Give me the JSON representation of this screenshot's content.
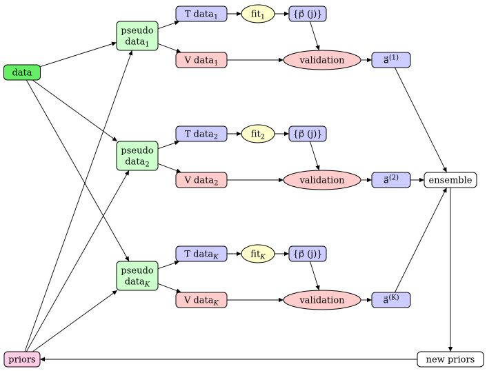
{
  "colors": {
    "data": "#66ee66",
    "pseudo": "#ccffcc",
    "train": "#ccccff",
    "validation": "#ffcccc",
    "fit": "#ffffcc",
    "priors": "#ffcce6",
    "plain": "#ffffff"
  },
  "nodes": {
    "data": {
      "label": "data"
    },
    "priors": {
      "label": "priors"
    },
    "ensemble": {
      "label": "ensemble"
    },
    "new_priors": {
      "label": "new priors"
    },
    "branches": [
      {
        "pseudo": [
          "pseudo",
          "data",
          "1"
        ],
        "train": [
          "T data",
          "1"
        ],
        "fit": [
          "fit",
          "1"
        ],
        "params": "{p⃗ (j)}",
        "valid": [
          "V data",
          "1"
        ],
        "validation": "validation",
        "alpha": [
          "a⃗",
          "(1)"
        ]
      },
      {
        "pseudo": [
          "pseudo",
          "data",
          "2"
        ],
        "train": [
          "T data",
          "2"
        ],
        "fit": [
          "fit",
          "2"
        ],
        "params": "{p⃗ (j)}",
        "valid": [
          "V data",
          "2"
        ],
        "validation": "validation",
        "alpha": [
          "a⃗",
          "(2)"
        ]
      },
      {
        "pseudo": [
          "pseudo",
          "data",
          "K"
        ],
        "train": [
          "T data",
          "K"
        ],
        "fit": [
          "fit",
          "K"
        ],
        "params": "{p⃗ (j)}",
        "valid": [
          "V data",
          "K"
        ],
        "validation": "validation",
        "alpha": [
          "a⃗",
          "(K)"
        ]
      }
    ]
  }
}
